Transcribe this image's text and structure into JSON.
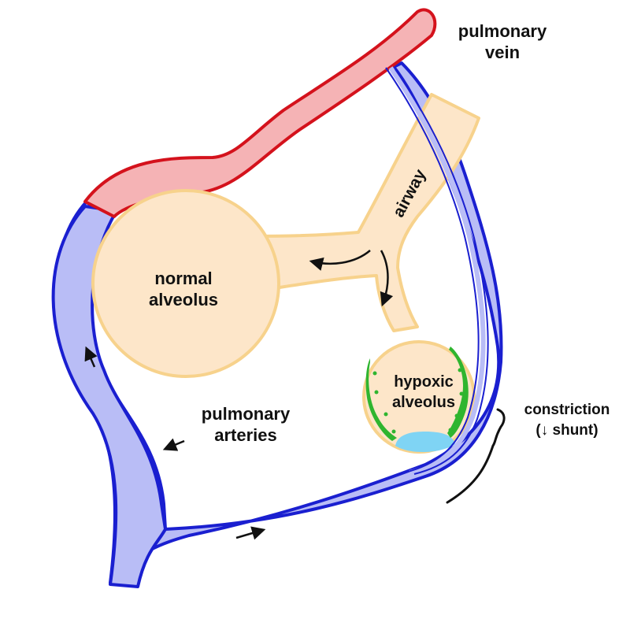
{
  "labels": {
    "pulmonary_vein": [
      "pulmonary",
      "vein"
    ],
    "airway": "airway",
    "normal_alveolus": [
      "normal",
      "alveolus"
    ],
    "hypoxic_alveolus": [
      "hypoxic",
      "alveolus"
    ],
    "pulmonary_arteries": [
      "pulmonary",
      "arteries"
    ],
    "constriction": [
      "constriction",
      "(↓ shunt)"
    ]
  },
  "colors": {
    "vein_fill": "#f5b3b5",
    "vein_stroke": "#d4121c",
    "artery_fill": "#b9bdf6",
    "artery_stroke": "#1a1fd0",
    "airway_fill": "#fde6c9",
    "airway_stroke": "#f7d28c",
    "hypoxia": "#2fb52f",
    "fluid": "#7fd4f4",
    "text": "#111111"
  },
  "icons": [
    "flow-arrow-icon",
    "brace-icon"
  ]
}
